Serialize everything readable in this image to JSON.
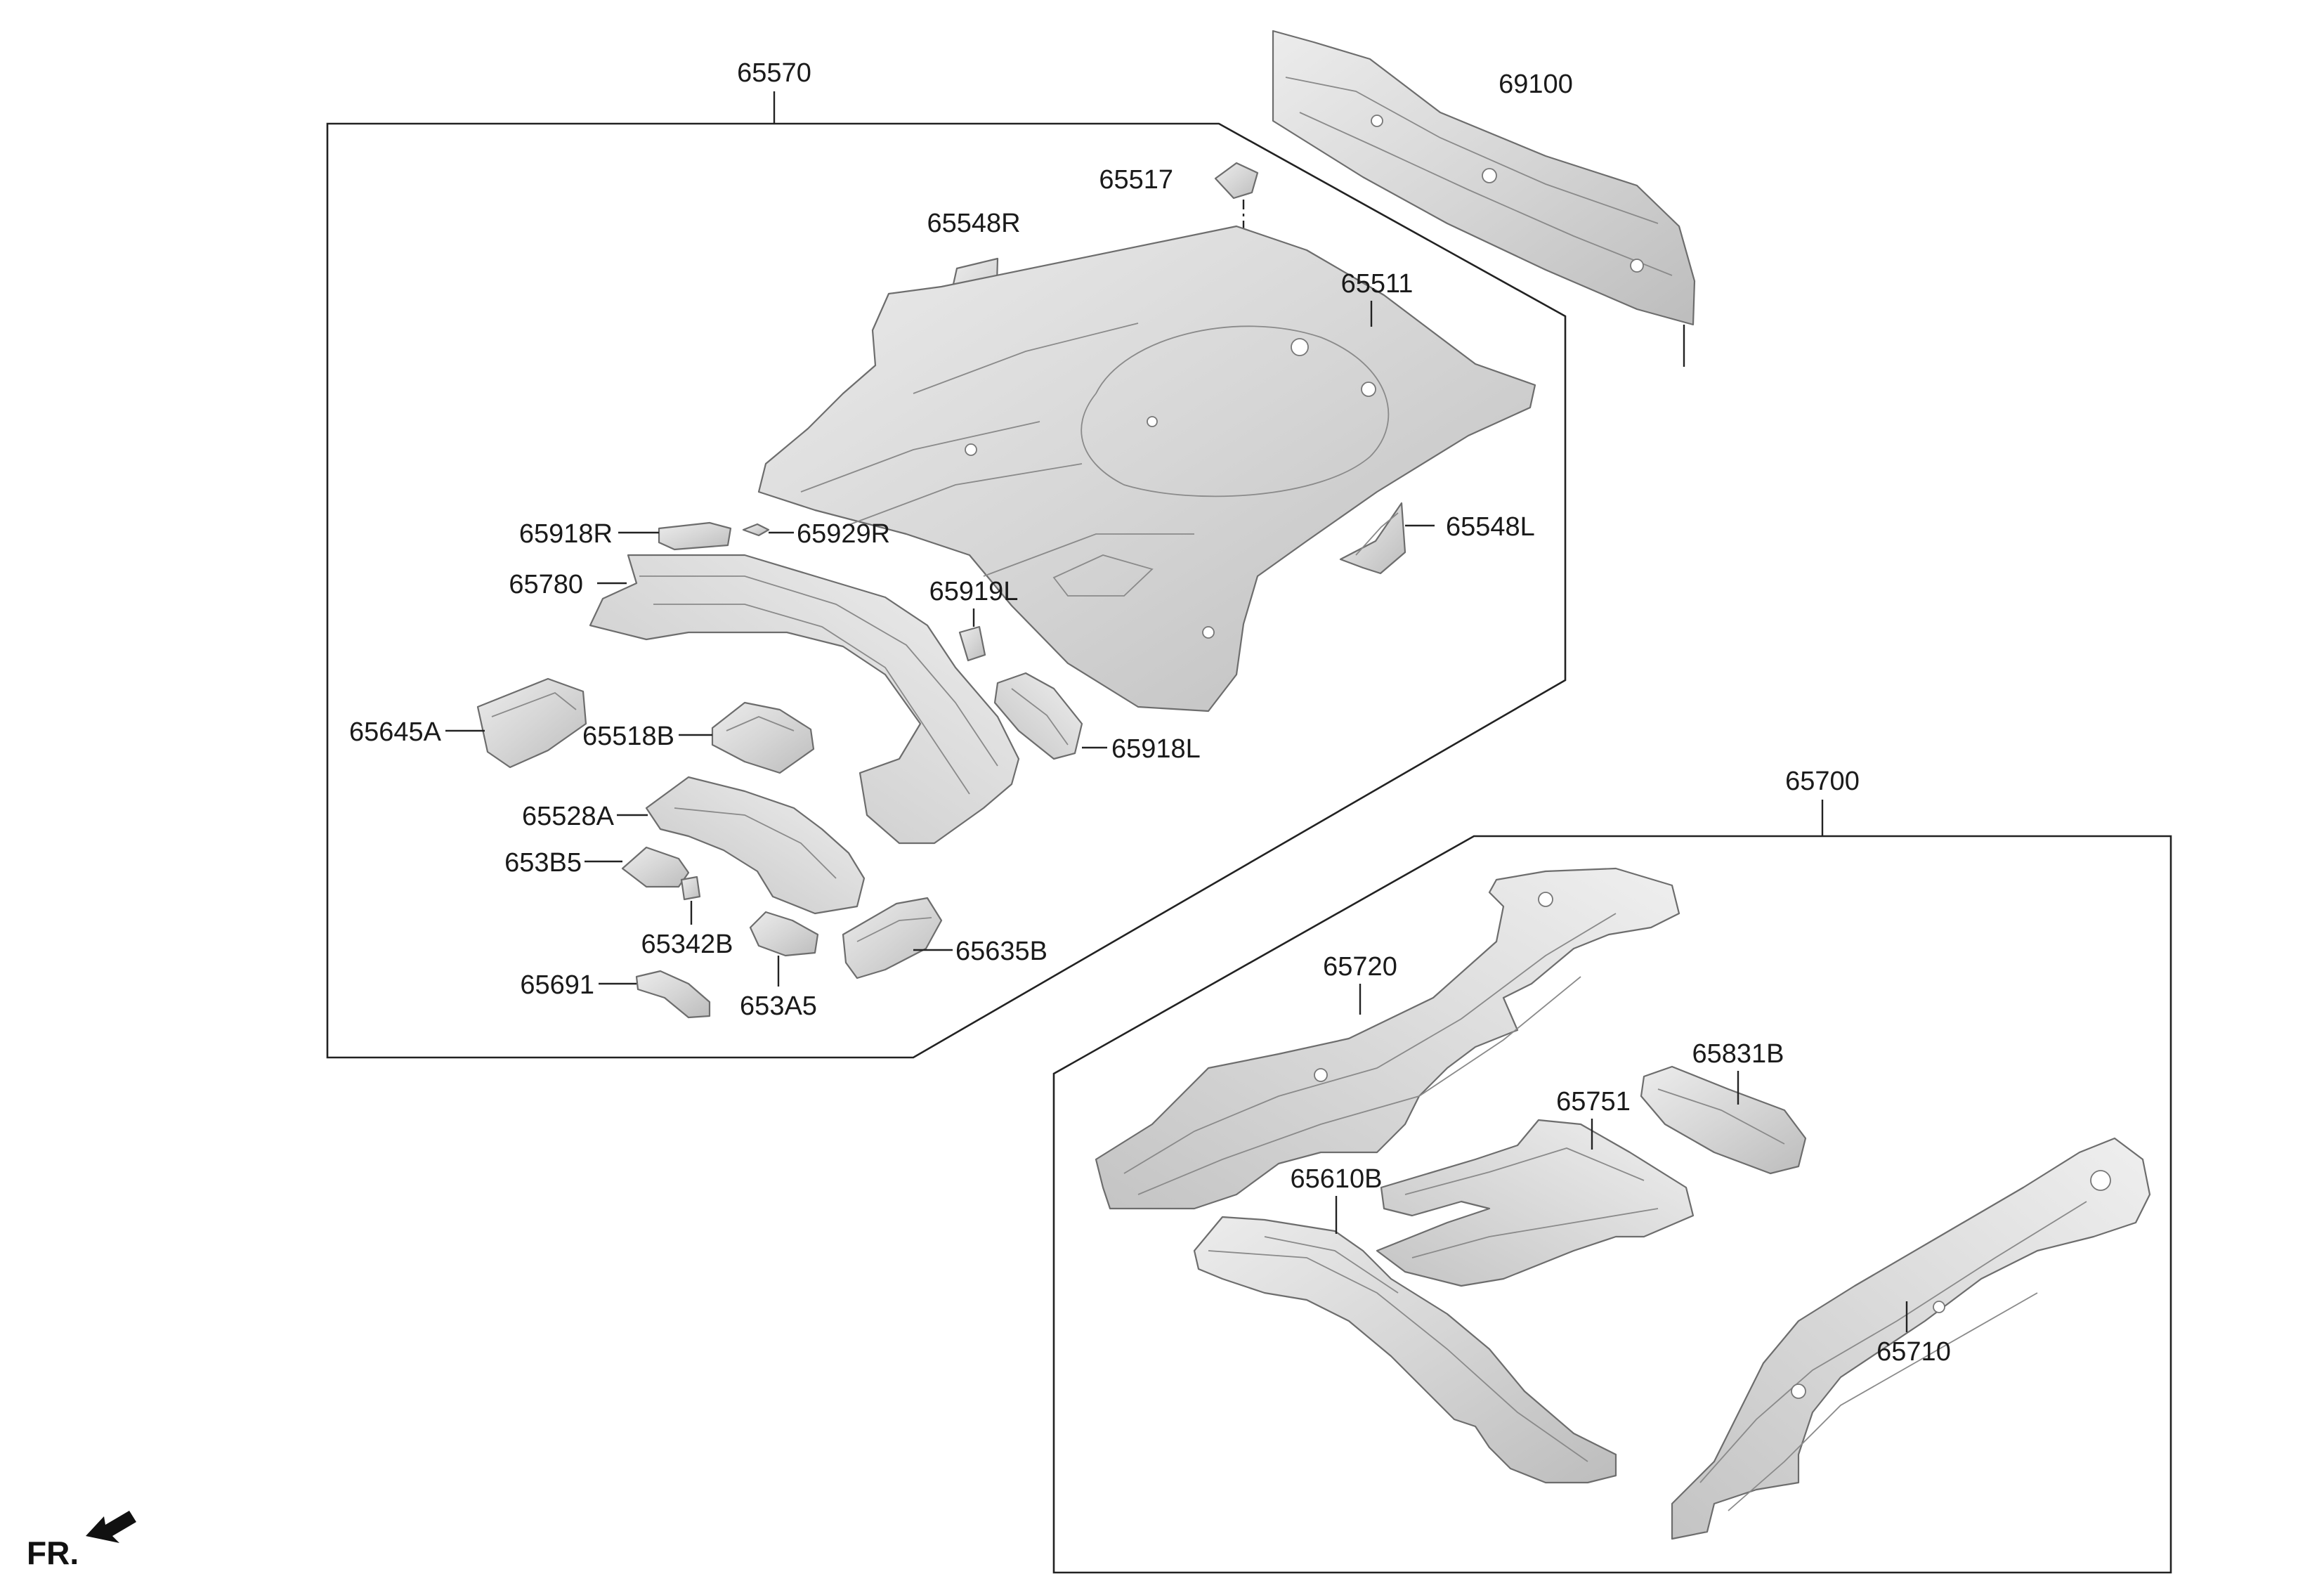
{
  "diagram": {
    "groups": [
      {
        "id": "65570",
        "label": "65570"
      },
      {
        "id": "65700",
        "label": "65700"
      }
    ],
    "parts": [
      {
        "id": "69100",
        "label": "69100"
      },
      {
        "id": "65517",
        "label": "65517"
      },
      {
        "id": "65548R",
        "label": "65548R"
      },
      {
        "id": "65511",
        "label": "65511"
      },
      {
        "id": "65918R",
        "label": "65918R"
      },
      {
        "id": "65929R",
        "label": "65929R"
      },
      {
        "id": "65548L",
        "label": "65548L"
      },
      {
        "id": "65780",
        "label": "65780"
      },
      {
        "id": "65919L",
        "label": "65919L"
      },
      {
        "id": "65645A",
        "label": "65645A"
      },
      {
        "id": "65518B",
        "label": "65518B"
      },
      {
        "id": "65918L",
        "label": "65918L"
      },
      {
        "id": "65528A",
        "label": "65528A"
      },
      {
        "id": "653B5",
        "label": "653B5"
      },
      {
        "id": "65342B",
        "label": "65342B"
      },
      {
        "id": "65635B",
        "label": "65635B"
      },
      {
        "id": "65691",
        "label": "65691"
      },
      {
        "id": "653A5",
        "label": "653A5"
      },
      {
        "id": "65720",
        "label": "65720"
      },
      {
        "id": "65831B",
        "label": "65831B"
      },
      {
        "id": "65751",
        "label": "65751"
      },
      {
        "id": "65610B",
        "label": "65610B"
      },
      {
        "id": "65710",
        "label": "65710"
      }
    ],
    "orientation": {
      "label": "FR."
    },
    "colors": {
      "part_fill": "#d9d9d9",
      "part_shade": "#bfbfbf",
      "part_light": "#ececec",
      "line": "#222222",
      "background": "#ffffff"
    }
  }
}
